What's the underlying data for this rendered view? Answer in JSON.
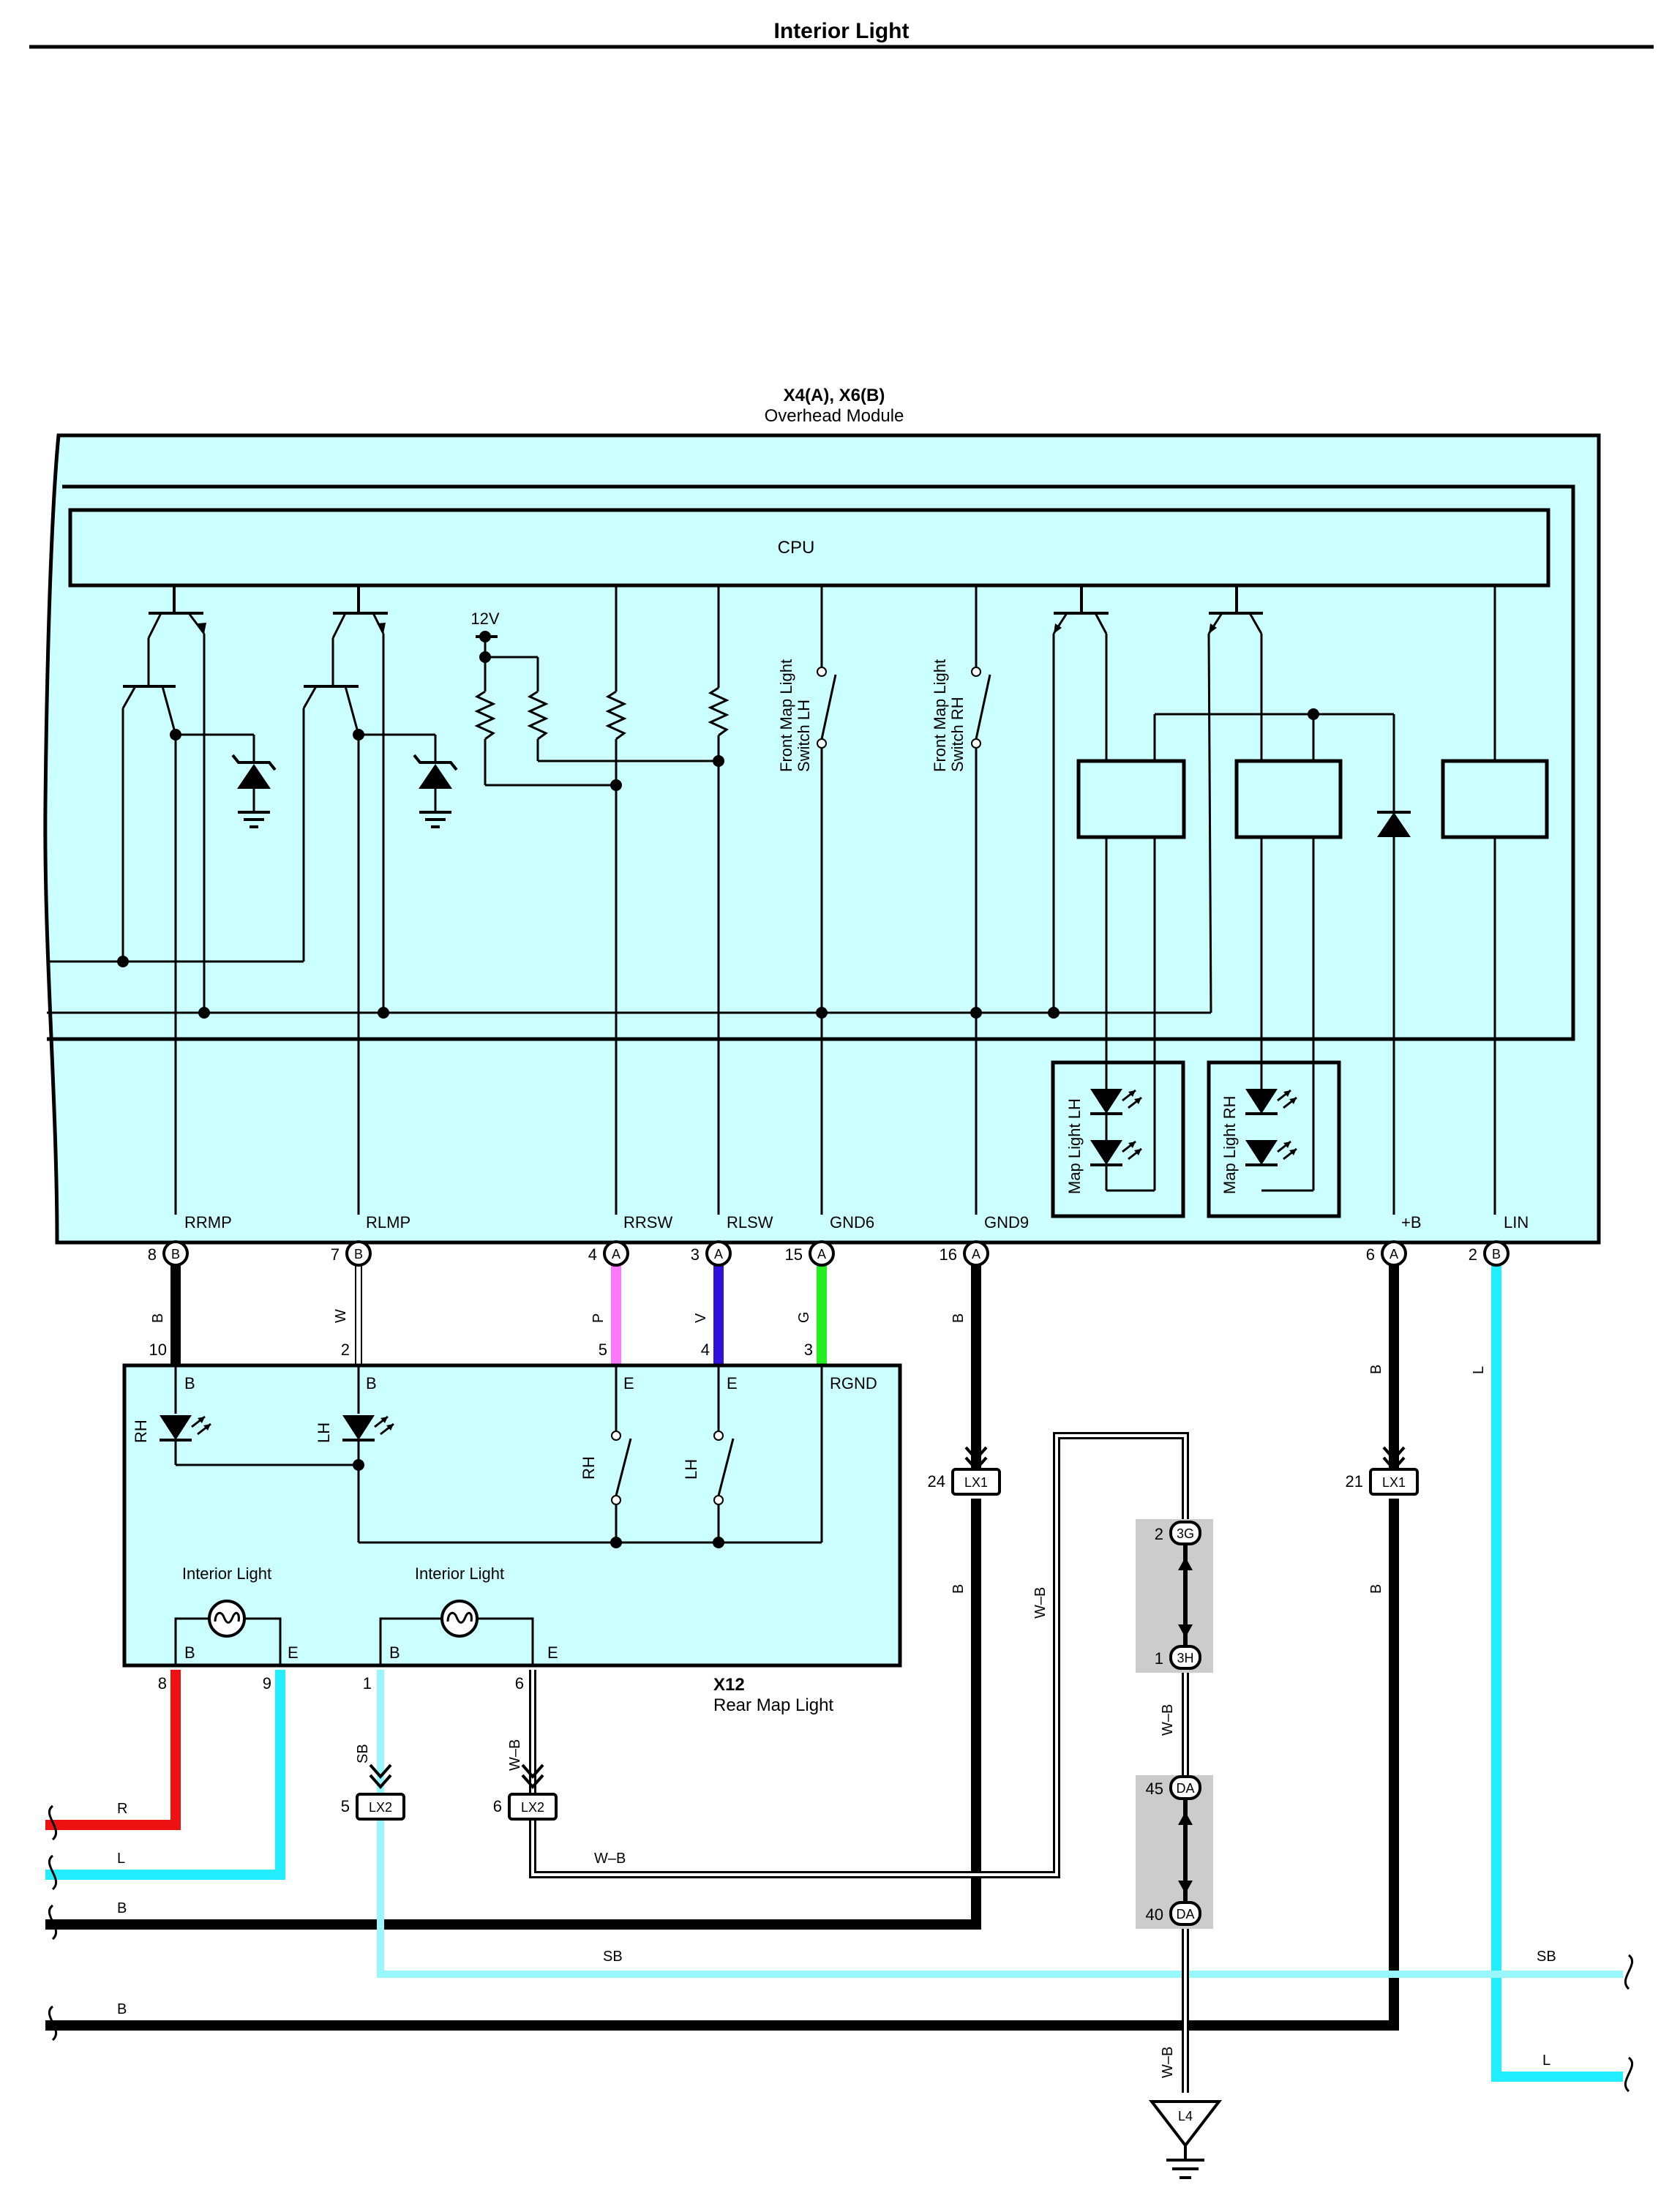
{
  "title": "Interior Light",
  "colors": {
    "module_fill": "#ccffff",
    "B": "#000000",
    "W": "#ffffff",
    "P": "#ff77ff",
    "V": "#3311dd",
    "G": "#22ee22",
    "R": "#ee1111",
    "L": "#22eeff",
    "SB": "#99f7ff",
    "splice_bg": "#cccccc"
  },
  "overhead_module": {
    "codes": "X4(A), X6(B)",
    "name": "Overhead Module",
    "cpu_label": "CPU",
    "voltage_label": "12V",
    "switch_lh_label": [
      "Front Map Light",
      "Switch LH"
    ],
    "switch_rh_label": [
      "Front Map Light",
      "Switch RH"
    ],
    "map_light_lh": "Map Light LH",
    "map_light_rh": "Map Light RH",
    "terminals": [
      {
        "name": "RRMP",
        "pin": "8",
        "conn": "B"
      },
      {
        "name": "RLMP",
        "pin": "7",
        "conn": "B"
      },
      {
        "name": "RRSW",
        "pin": "4",
        "conn": "A"
      },
      {
        "name": "RLSW",
        "pin": "3",
        "conn": "A"
      },
      {
        "name": "GND6",
        "pin": "15",
        "conn": "A"
      },
      {
        "name": "GND9",
        "pin": "16",
        "conn": "A"
      },
      {
        "name": "+B",
        "pin": "6",
        "conn": "A"
      },
      {
        "name": "LIN",
        "pin": "2",
        "conn": "B"
      }
    ]
  },
  "rear_map_light": {
    "code": "X12",
    "name": "Rear Map Light",
    "top_pins": [
      "10",
      "2",
      "5",
      "4",
      "3"
    ],
    "top_terms": [
      "B",
      "B",
      "E",
      "E",
      "RGND"
    ],
    "led_labels": [
      "RH",
      "LH"
    ],
    "switch_labels": [
      "RH",
      "LH"
    ],
    "interior_light_label": "Interior Light",
    "bottom_terms": [
      "B",
      "E",
      "B",
      "E"
    ],
    "bottom_pins": [
      "8",
      "9",
      "1",
      "6"
    ]
  },
  "wire_colors": {
    "rrmp": "B",
    "rlmp": "W",
    "rrsw": "P",
    "rlsw": "V",
    "gnd6": "G",
    "gnd9_top": "B",
    "gnd9_bottom": "B",
    "plusb_top": "B",
    "plusb_bottom": "B",
    "lin": "L",
    "wb_vertical": "W–B",
    "wb_ground": "W–B",
    "wb_horizontal": "W–B",
    "lx2_left": "SB",
    "lx2_right": "W–B"
  },
  "connectors": {
    "lx1_a": {
      "pin": "24",
      "label": "LX1"
    },
    "lx1_b": {
      "pin": "21",
      "label": "LX1"
    },
    "lx2_a": {
      "pin": "5",
      "label": "LX2"
    },
    "lx2_b": {
      "pin": "6",
      "label": "LX2"
    },
    "splice_3g": {
      "pin": "2",
      "label": "3G"
    },
    "splice_3h": {
      "pin": "1",
      "label": "3H"
    },
    "splice_da1": {
      "pin": "45",
      "label": "DA"
    },
    "splice_da2": {
      "pin": "40",
      "label": "DA"
    },
    "ground": {
      "label": "L4"
    }
  },
  "exit_wires": {
    "left_r": "R",
    "left_l": "L",
    "left_b1": "B",
    "left_b2": "B",
    "right_sb_mid": "SB",
    "right_sb_end": "SB",
    "right_l": "L"
  }
}
